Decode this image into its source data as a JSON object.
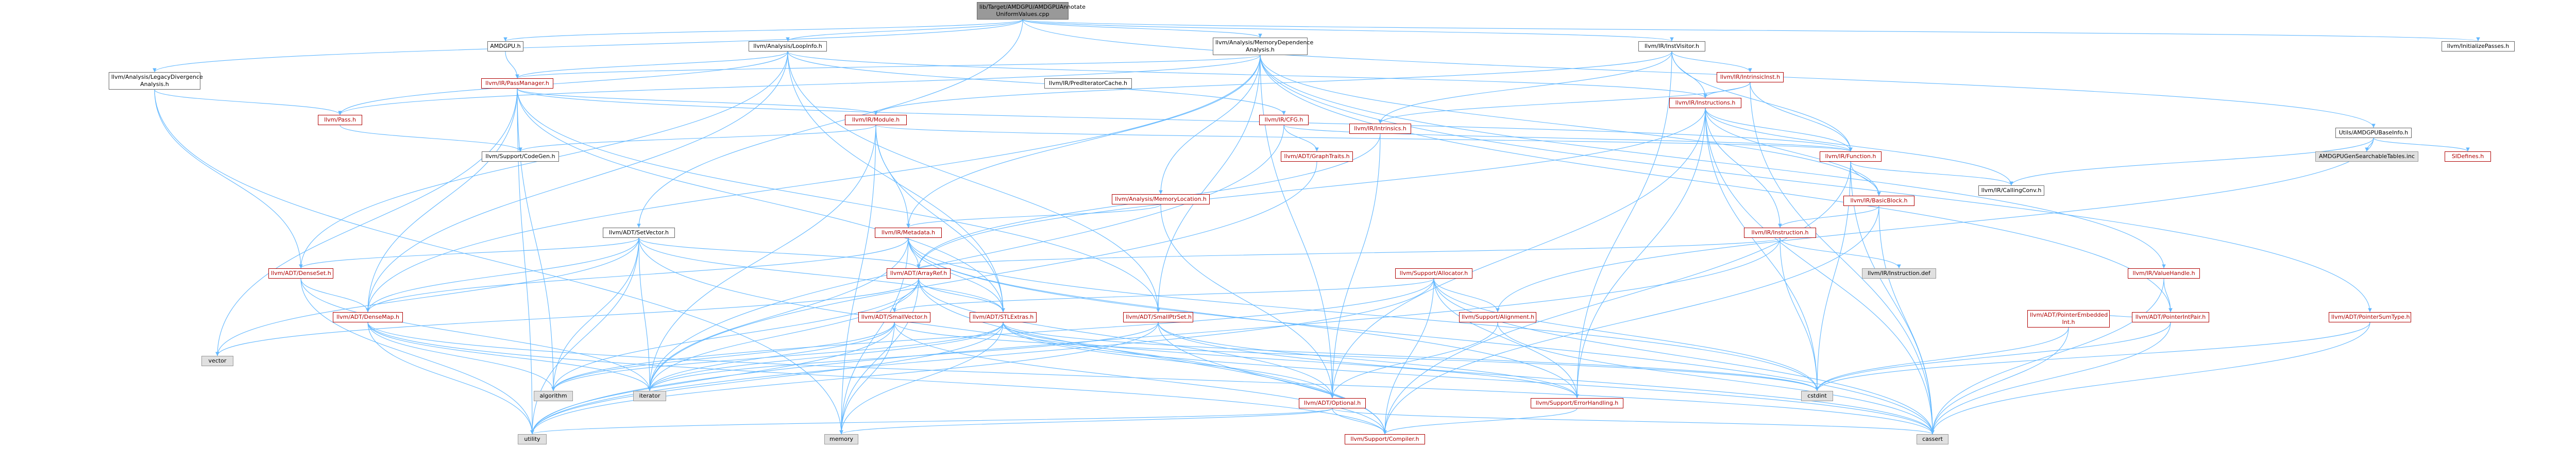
{
  "graph": {
    "root": {
      "line1": "lib/Target/AMDGPU/AMDGPUAnnotate",
      "line2": "UniformValues.cpp"
    },
    "nodes": {
      "amdgpu_h": "AMDGPU.h",
      "loopinfo": "llvm/Analysis/LoopInfo.h",
      "memdep": {
        "line1": "llvm/Analysis/MemoryDependence",
        "line2": "Analysis.h"
      },
      "instvisitor": "llvm/IR/InstVisitor.h",
      "initpasses": "llvm/InitializePasses.h",
      "legacydiv": {
        "line1": "llvm/Analysis/LegacyDivergence",
        "line2": "Analysis.h"
      },
      "passmgr": "llvm/IR/PassManager.h",
      "predcache": "llvm/IR/PredIteratorCache.h",
      "intrinsicinst": "llvm/IR/IntrinsicInst.h",
      "amdgpubaseinfo": "Utils/AMDGPUBaseInfo.h",
      "pass_h": "llvm/Pass.h",
      "module": "llvm/IR/Module.h",
      "cfg": "llvm/IR/CFG.h",
      "instructions": "llvm/IR/Instructions.h",
      "intrinsics": "llvm/IR/Intrinsics.h",
      "codegen": "llvm/Support/CodeGen.h",
      "graphtraits": "llvm/ADT/GraphTraits.h",
      "function": "llvm/IR/Function.h",
      "searchtables": "AMDGPUGenSearchableTables.inc",
      "sidefines": "SIDefines.h",
      "memlocation": "llvm/Analysis/MemoryLocation.h",
      "callingconv": "llvm/IR/CallingConv.h",
      "basicblock": "llvm/IR/BasicBlock.h",
      "setvector": "llvm/ADT/SetVector.h",
      "metadata": "llvm/IR/Metadata.h",
      "instruction": "llvm/IR/Instruction.h",
      "allocator": "llvm/Support/Allocator.h",
      "valuehandle": "llvm/IR/ValueHandle.h",
      "densemap": "llvm/ADT/DenseMap.h",
      "denseset": "llvm/ADT/DenseSet.h",
      "arrayref": "llvm/ADT/ArrayRef.h",
      "instructiondef": "llvm/IR/Instruction.def",
      "smallvector": "llvm/ADT/SmallVector.h",
      "stlextras": "llvm/ADT/STLExtras.h",
      "smallptrset": "llvm/ADT/SmallPtrSet.h",
      "alignment": "llvm/Support/Alignment.h",
      "pointerintpair": "llvm/ADT/PointerIntPair.h",
      "ptrembedded": {
        "line1": "llvm/ADT/PointerEmbedded",
        "line2": "Int.h"
      },
      "pointersumtype": "llvm/ADT/PointerSumType.h",
      "vector": "vector",
      "algorithm": "algorithm",
      "iterator": "iterator",
      "optional": "llvm/ADT/Optional.h",
      "errorhandling": "llvm/Support/ErrorHandling.h",
      "cstdint": "cstdint",
      "utility": "utility",
      "memory": "memory",
      "compiler": "llvm/Support/Compiler.h",
      "cassert": "cassert"
    },
    "colors": {
      "edge": "#63b8ff",
      "node_border": "#666666",
      "red_border": "#b00000",
      "root_fill": "#999999",
      "system_fill": "#e0e0e0"
    }
  }
}
